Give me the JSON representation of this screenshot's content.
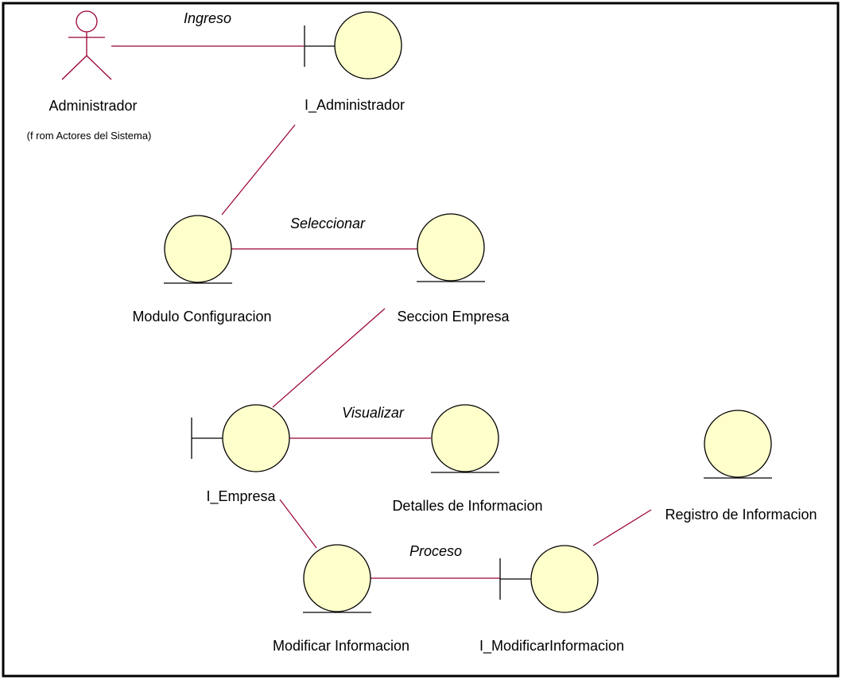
{
  "diagram": {
    "actor": {
      "name": "Administrador",
      "note": "(f rom Actores del Sistema)"
    },
    "objects": {
      "i_administrador": "I_Administrador",
      "modulo_configuracion": "Modulo Configuracion",
      "seccion_empresa": "Seccion Empresa",
      "i_empresa": "I_Empresa",
      "detalles_informacion": "Detalles de Informacion",
      "registro_informacion": "Registro de Informacion",
      "modificar_informacion": "Modificar Informacion",
      "i_modificar_informacion": "I_ModificarInformacion"
    },
    "messages": {
      "ingreso": "Ingreso",
      "seleccionar": "Seleccionar",
      "visualizar": "Visualizar",
      "proceso": "Proceso"
    },
    "colors": {
      "border": "#000000",
      "circle_fill": "#ffffcc",
      "circle_stroke": "#000000",
      "link": "#990033",
      "actor": "#990033"
    }
  }
}
